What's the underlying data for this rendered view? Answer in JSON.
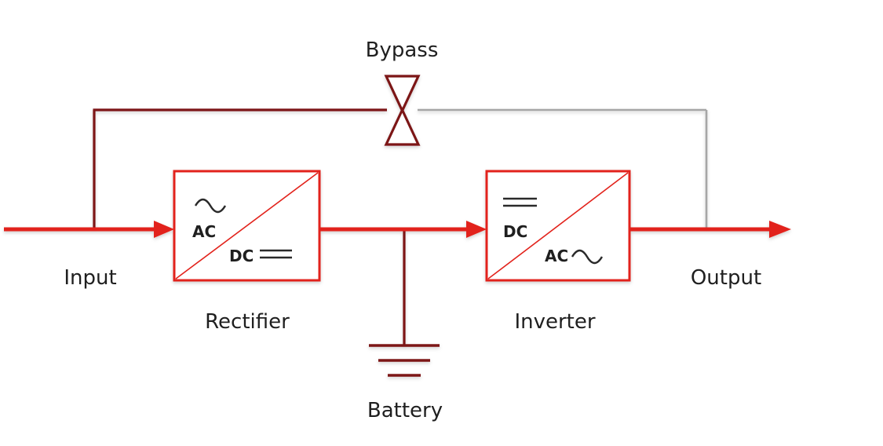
{
  "diagram": {
    "kind": "ups-online-double-conversion-block-diagram",
    "labels": {
      "bypass": "Bypass",
      "input": "Input",
      "rectifier": "Rectifier",
      "inverter": "Inverter",
      "output": "Output",
      "battery": "Battery"
    },
    "rectifier": {
      "input_side_label": "AC",
      "output_side_label": "DC"
    },
    "inverter": {
      "input_side_label": "DC",
      "output_side_label": "AC"
    },
    "icons": {
      "ac_waveform": "sine-wave-icon",
      "dc_bars": "double-bar-icon",
      "bypass_switch": "antiparallel-thyristor-icon",
      "battery": "battery-cell-stack-icon"
    },
    "colors": {
      "power_path": "#e2231a",
      "box_border": "#e2231a",
      "dark_line": "#7c1518",
      "return_line": "#a6a6a6",
      "symbol": "#2b2b2b",
      "text": "#1f1f1f",
      "background": "#ffffff"
    }
  }
}
